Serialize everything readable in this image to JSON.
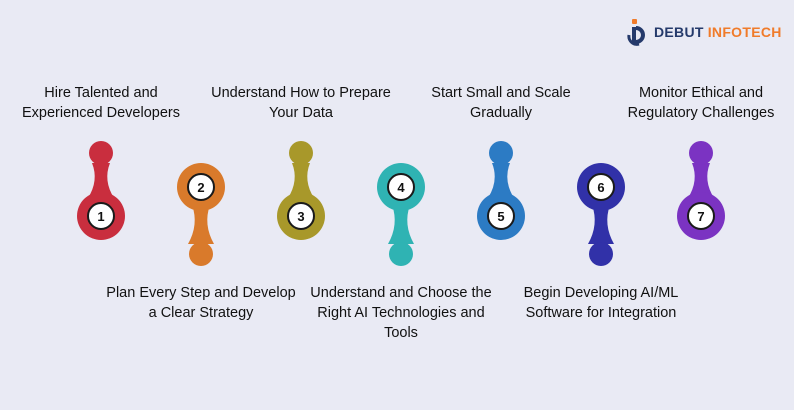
{
  "brand": {
    "name_part1": "DEBUT",
    "name_part2": "INFOTECH",
    "icon": "debut-d-logo-icon",
    "colors": {
      "primary": "#253a6b",
      "accent": "#f07b2a"
    }
  },
  "steps": [
    {
      "number": "1",
      "label": "Hire Talented and Experienced Developers",
      "color": "#c92e3e",
      "position": "top"
    },
    {
      "number": "2",
      "label": "Plan Every Step and Develop a Clear Strategy",
      "color": "#d97a2b",
      "position": "bottom"
    },
    {
      "number": "3",
      "label": "Understand How to Prepare Your Data",
      "color": "#a8982a",
      "position": "top"
    },
    {
      "number": "4",
      "label": "Understand and Choose the Right AI Technologies and Tools",
      "color": "#2fb3b3",
      "position": "bottom"
    },
    {
      "number": "5",
      "label": "Start Small and Scale Gradually",
      "color": "#2c7bc4",
      "position": "top"
    },
    {
      "number": "6",
      "label": "Begin Developing AI/ML Software for Integration",
      "color": "#3131a8",
      "position": "bottom"
    },
    {
      "number": "7",
      "label": "Monitor Ethical and Regulatory Challenges",
      "color": "#7b33c2",
      "position": "top"
    }
  ]
}
